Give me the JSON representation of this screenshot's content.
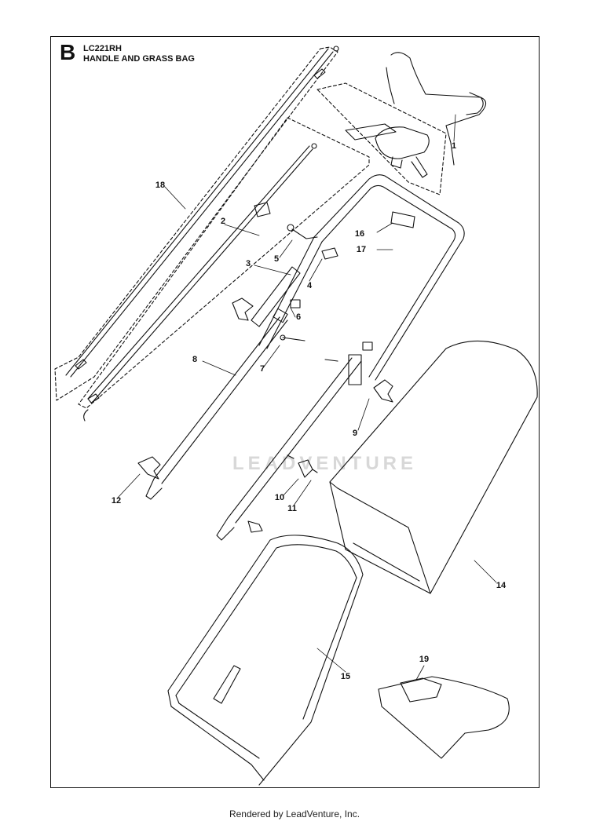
{
  "header": {
    "section_letter": "B",
    "model": "LC221RH",
    "title": "HANDLE AND GRASS BAG"
  },
  "watermark": {
    "text": "LEADVENTURE"
  },
  "footer": {
    "text": "Rendered by LeadVenture, Inc."
  },
  "callouts": [
    {
      "id": "1",
      "label": "1"
    },
    {
      "id": "2",
      "label": "2"
    },
    {
      "id": "3",
      "label": "3"
    },
    {
      "id": "4",
      "label": "4"
    },
    {
      "id": "5",
      "label": "5"
    },
    {
      "id": "6",
      "label": "6"
    },
    {
      "id": "7",
      "label": "7"
    },
    {
      "id": "8",
      "label": "8"
    },
    {
      "id": "9",
      "label": "9"
    },
    {
      "id": "10",
      "label": "10"
    },
    {
      "id": "11",
      "label": "11"
    },
    {
      "id": "12",
      "label": "12"
    },
    {
      "id": "14",
      "label": "14"
    },
    {
      "id": "15",
      "label": "15"
    },
    {
      "id": "16",
      "label": "16"
    },
    {
      "id": "17",
      "label": "17"
    },
    {
      "id": "18",
      "label": "18"
    },
    {
      "id": "19",
      "label": "19"
    }
  ]
}
